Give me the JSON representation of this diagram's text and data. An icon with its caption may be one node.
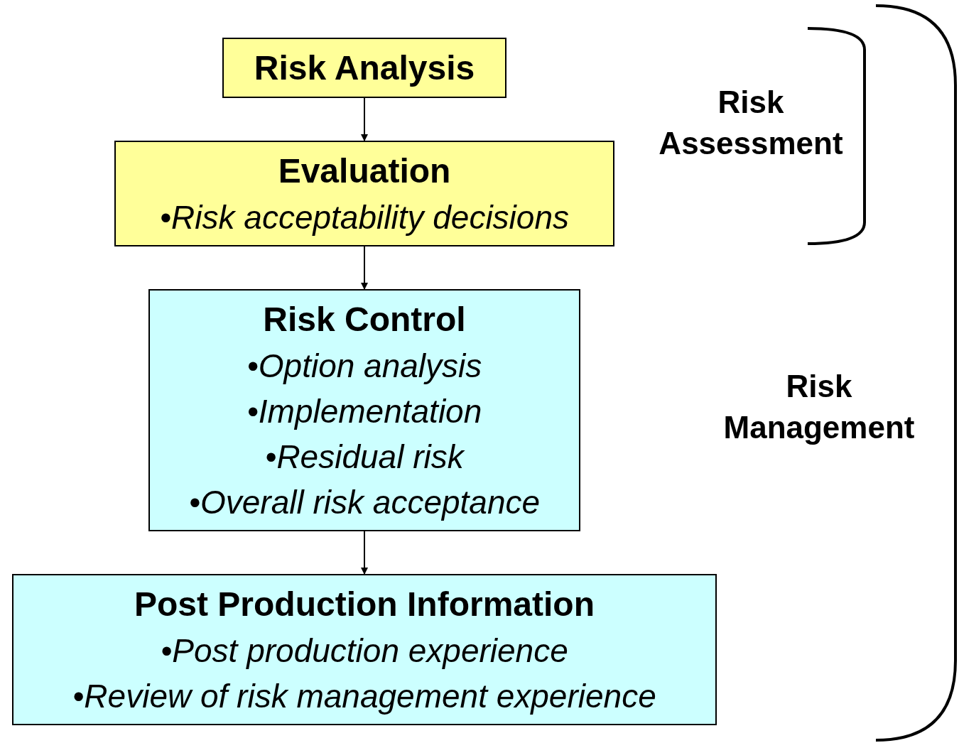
{
  "diagram": {
    "nodes": [
      {
        "text": [
          "Risk Analysis"
        ]
      },
      {
        "text": [
          "Evaluation",
          "•Risk acceptability decisions"
        ]
      },
      {
        "text": [
          "Risk Control",
          "•Option analysis",
          "•Implementation",
          "•Residual risk",
          "•Overall risk acceptance"
        ]
      },
      {
        "text": [
          "Post Production Information",
          "•Post production experience",
          "•Review of risk management experience"
        ]
      }
    ],
    "edges": [
      {
        "from": 0,
        "to": 1,
        "arrow": "to"
      },
      {
        "from": 1,
        "to": 2,
        "arrow": "to"
      },
      {
        "from": 2,
        "to": 3,
        "arrow": "to"
      }
    ],
    "labels": [
      "Risk Assessment",
      "Risk Management"
    ]
  }
}
